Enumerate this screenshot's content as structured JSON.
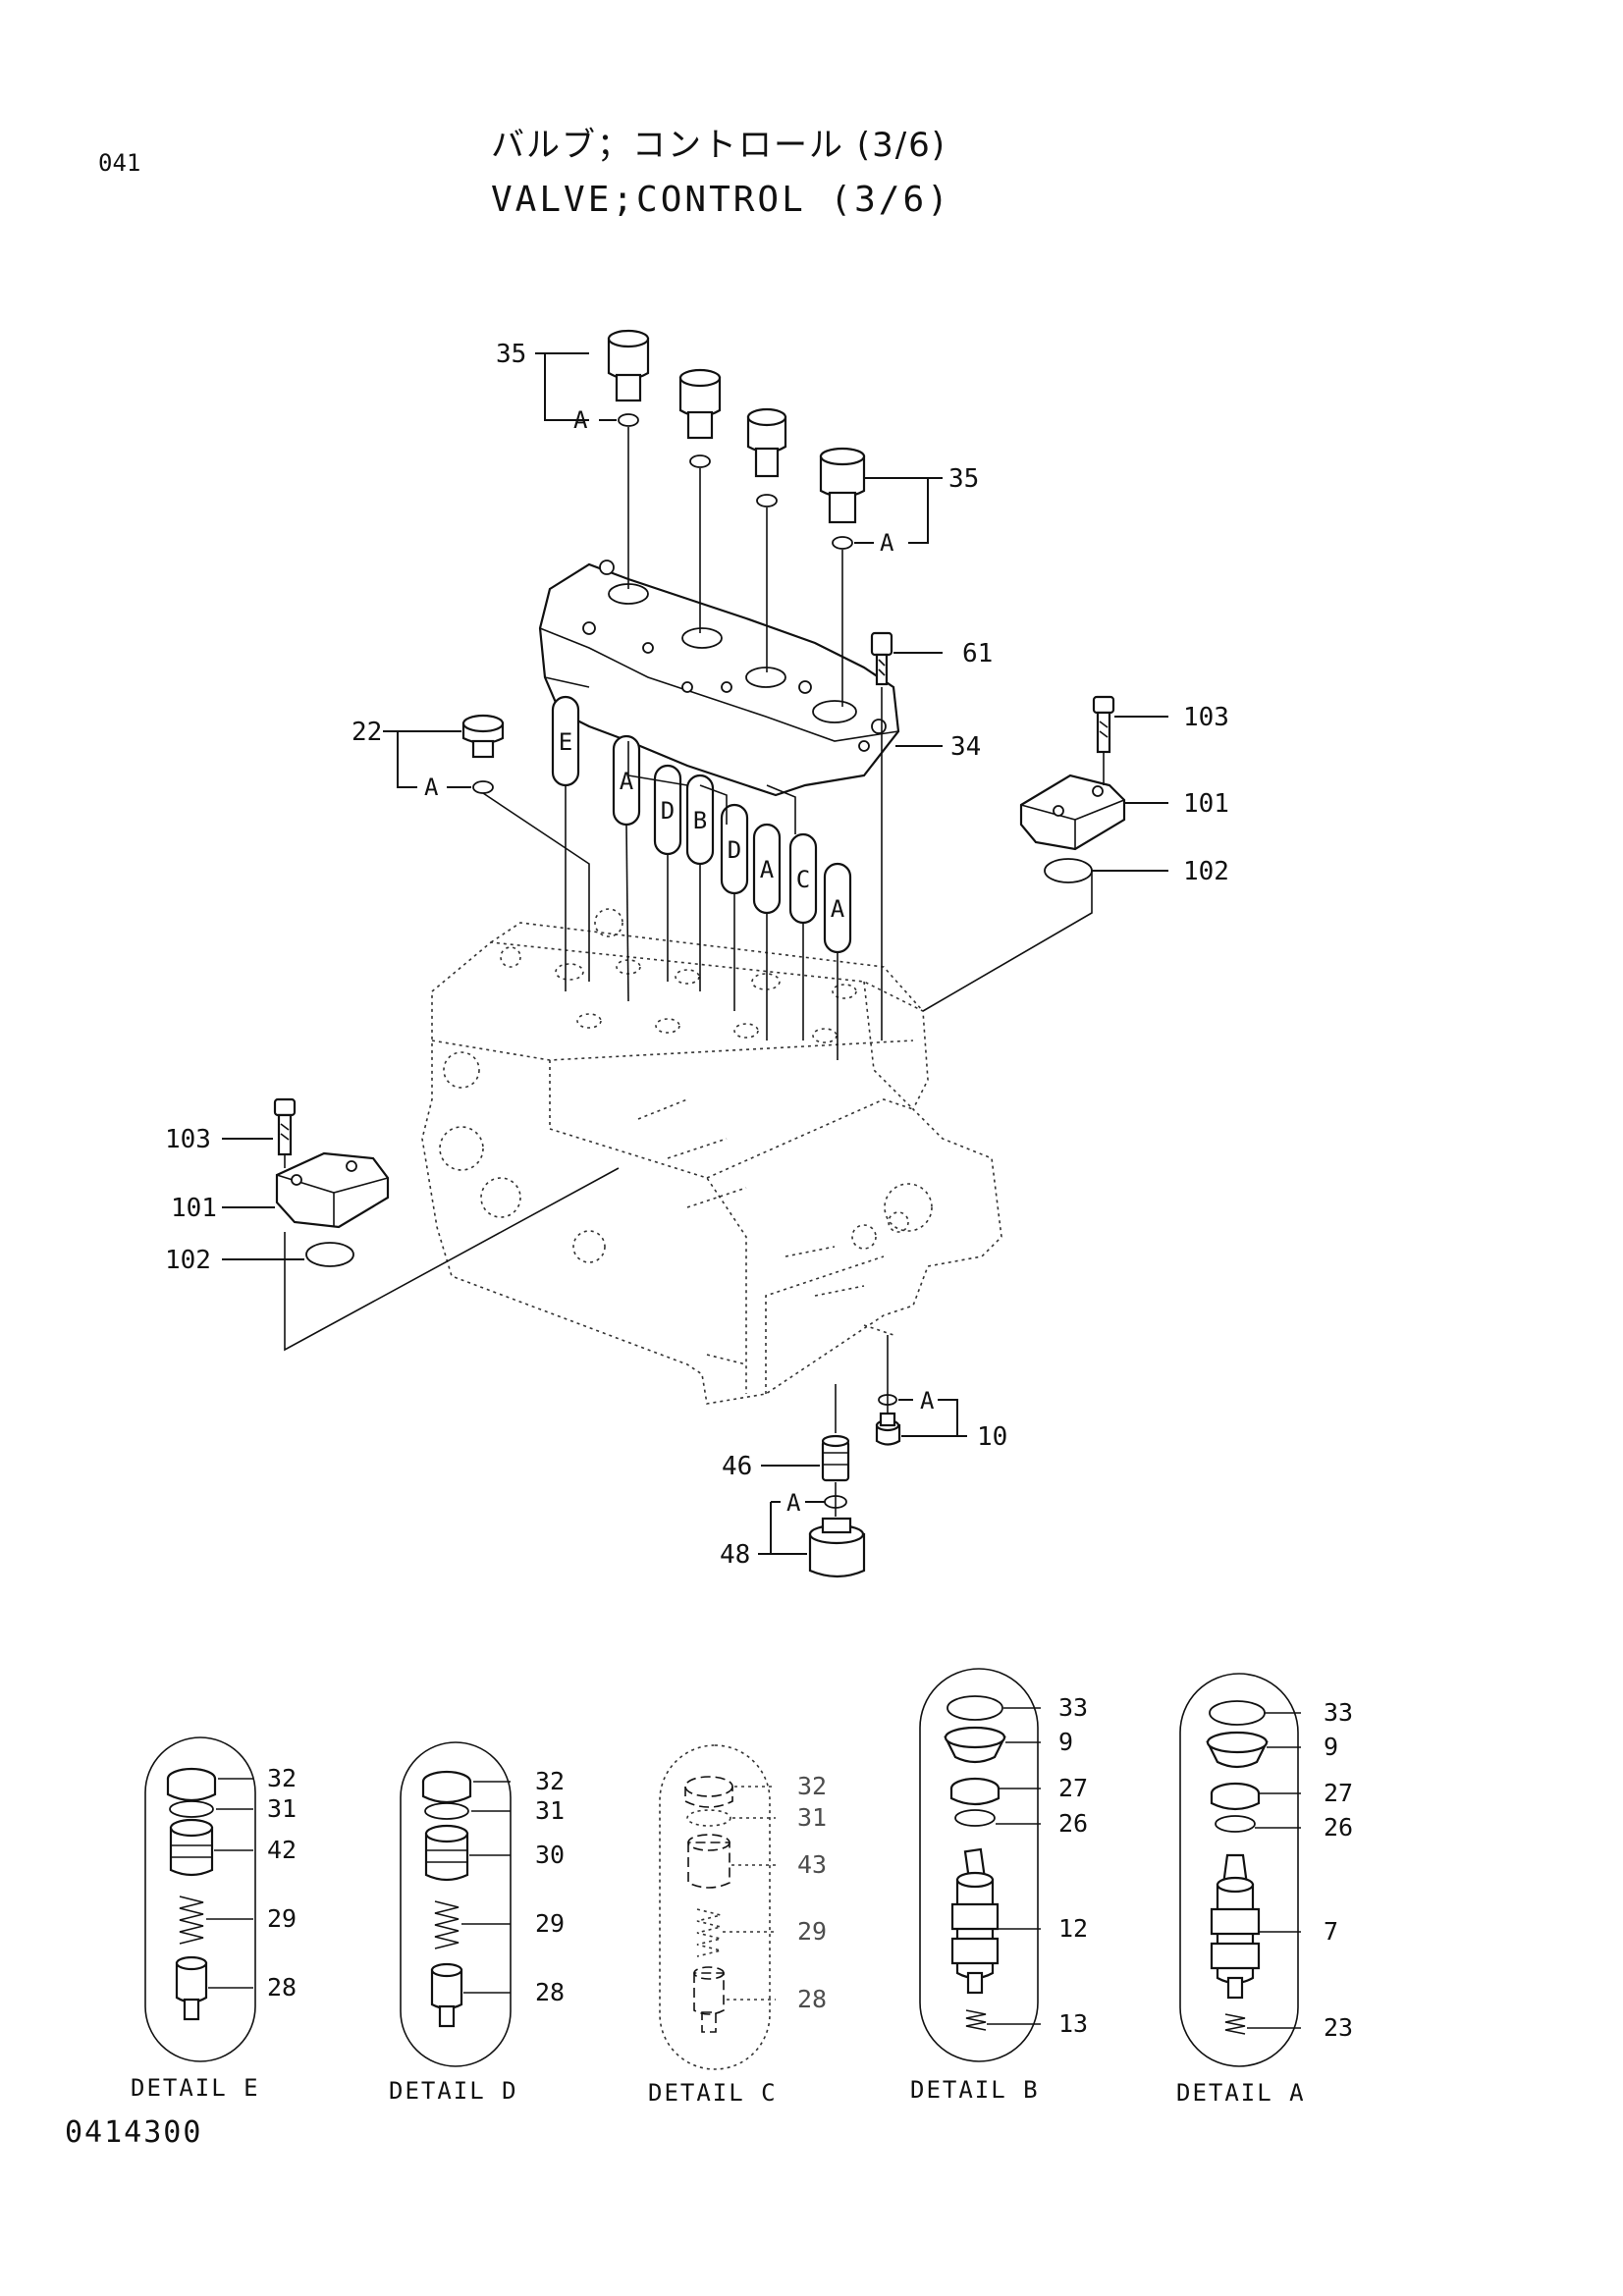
{
  "header": {
    "page_number": "041",
    "title_jp": "バルブ；コントロール (3/6)",
    "title_en": "VALVE;CONTROL (3/6)"
  },
  "callouts": {
    "c35a": "35",
    "c35b": "35",
    "c61": "61",
    "c103a": "103",
    "c34": "34",
    "c101a": "101",
    "c102a": "102",
    "c22": "22",
    "c103b": "103",
    "c101b": "101",
    "c102b": "102",
    "c10": "10",
    "c46": "46",
    "c48": "48"
  },
  "a_labels": {
    "a1": "A",
    "a2": "A",
    "a3": "A",
    "a4": "A",
    "a5": "A"
  },
  "passage_labels": [
    "E",
    "A",
    "D",
    "B",
    "D",
    "A",
    "C",
    "A"
  ],
  "details": [
    {
      "caption": "DETAIL E",
      "labels": [
        "32",
        "31",
        "42",
        "29",
        "28"
      ]
    },
    {
      "caption": "DETAIL D",
      "labels": [
        "32",
        "31",
        "30",
        "29",
        "28"
      ]
    },
    {
      "caption": "DETAIL C",
      "labels": [
        "32",
        "31",
        "43",
        "29",
        "28"
      ]
    },
    {
      "caption": "DETAIL B",
      "labels": [
        "33",
        "9",
        "27",
        "26",
        "12",
        "13"
      ]
    },
    {
      "caption": "DETAIL A",
      "labels": [
        "33",
        "9",
        "27",
        "26",
        "7",
        "23"
      ]
    }
  ],
  "footer": {
    "drawing_number": "0414300"
  }
}
